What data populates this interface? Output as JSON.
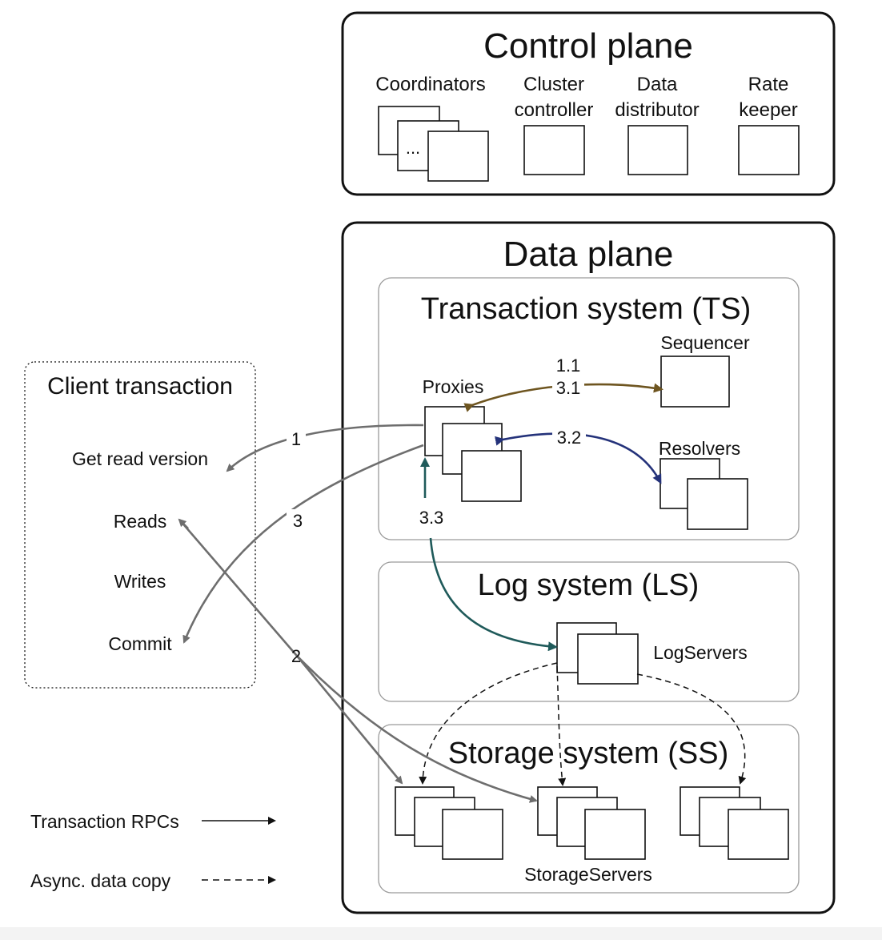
{
  "control_plane": {
    "title": "Control plane",
    "coordinators_label": "Coordinators",
    "coordinators_ellipsis": "...",
    "cluster_controller_label": [
      "Cluster",
      "controller"
    ],
    "data_distributor_label": [
      "Data",
      "distributor"
    ],
    "rate_keeper_label": [
      "Rate",
      "keeper"
    ]
  },
  "data_plane": {
    "title": "Data plane",
    "transaction_system": {
      "title": "Transaction system (TS)",
      "proxies_label": "Proxies",
      "sequencer_label": "Sequencer",
      "resolvers_label": "Resolvers"
    },
    "log_system": {
      "title": "Log system (LS)",
      "logservers_label": "LogServers"
    },
    "storage_system": {
      "title": "Storage system (SS)",
      "storageservers_label": "StorageServers"
    }
  },
  "client_transaction": {
    "title": "Client transaction",
    "steps": [
      "Get read version",
      "Reads",
      "Writes",
      "Commit"
    ]
  },
  "arrow_labels": {
    "a1": "1",
    "a2": "2",
    "a3": "3",
    "a1_1": "1.1",
    "a3_1": "3.1",
    "a3_2": "3.2",
    "a3_3": "3.3"
  },
  "legend": {
    "rpc": "Transaction RPCs",
    "async": "Async. data copy"
  },
  "colors": {
    "plane_title": "#a51f1f",
    "client_title": "#3f7a3a",
    "arrow_gray": "#6e6e6e",
    "arrow_brown": "#6e5520",
    "arrow_blue": "#24327a",
    "arrow_teal": "#1f5a5a"
  }
}
